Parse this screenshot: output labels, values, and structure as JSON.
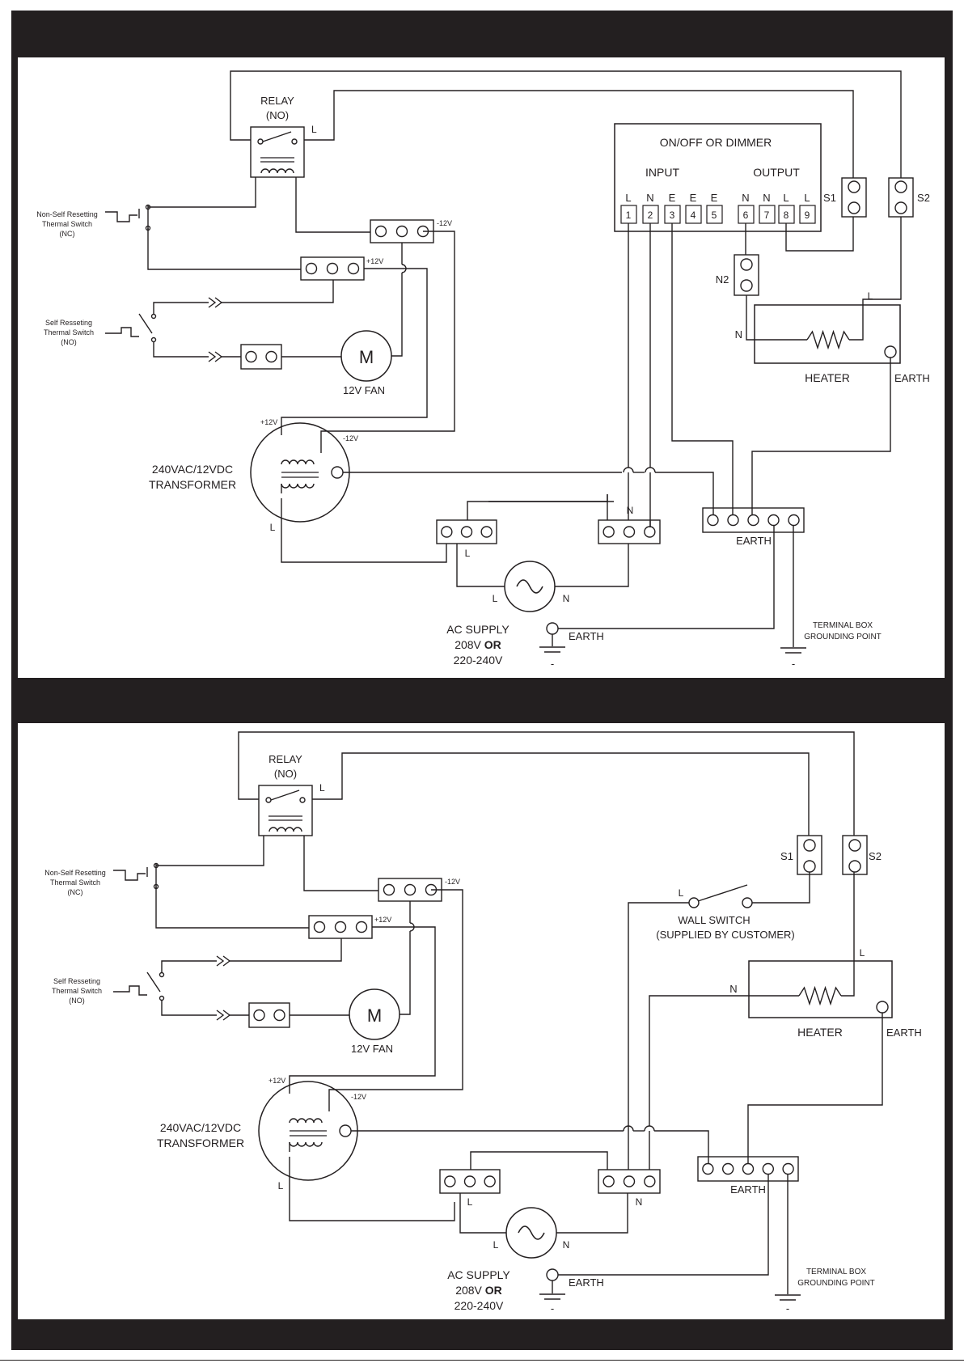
{
  "diagrams": [
    {
      "relay_title": "RELAY",
      "relay_type": "(NO)",
      "relay_l": "L",
      "nonself_line1": "Non-Self Resetting",
      "nonself_line2": "Thermal Switch",
      "nonself_line3": "(NC)",
      "self_line1": "Self Resseting",
      "self_line2": "Thermal Switch",
      "self_line3": "(NO)",
      "neg12": "-12V",
      "pos12": "+12V",
      "fan_letter": "M",
      "fan_label": "12V FAN",
      "tx_pos": "+12V",
      "tx_neg": "-12V",
      "tx_line1": "240VAC/12VDC",
      "tx_line2": "TRANSFORMER",
      "tx_l": "L",
      "supply_l": "L",
      "supply_n": "N",
      "src_l": "L",
      "src_n": "N",
      "ac_line1": "AC SUPPLY",
      "ac_line2a": "208V ",
      "ac_line2b": "OR",
      "ac_line3": "220-240V",
      "earth": "EARTH",
      "earth_bar": "EARTH",
      "ground_minus": "-",
      "tb_line1": "TERMINAL BOX",
      "tb_line2": "GROUNDING POINT",
      "tb_minus": "-",
      "s1": "S1",
      "s2": "S2",
      "heater": "HEATER",
      "heater_earth": "EARTH",
      "heater_l": "L",
      "heater_n": "N",
      "dimmer_title": "ON/OFF OR DIMMER",
      "dimmer_input": "INPUT",
      "dimmer_output": "OUTPUT",
      "terminal_letters": [
        "L",
        "N",
        "E",
        "E",
        "E",
        "N",
        "N",
        "L",
        "L"
      ],
      "terminal_numbers": [
        "1",
        "2",
        "3",
        "4",
        "5",
        "6",
        "7",
        "8",
        "9"
      ],
      "n2": "N2"
    },
    {
      "relay_title": "RELAY",
      "relay_type": "(NO)",
      "relay_l": "L",
      "nonself_line1": "Non-Self Resetting",
      "nonself_line2": "Thermal Switch",
      "nonself_line3": "(NC)",
      "self_line1": "Self Resseting",
      "self_line2": "Thermal Switch",
      "self_line3": "(NO)",
      "neg12": "-12V",
      "pos12": "+12V",
      "fan_letter": "M",
      "fan_label": "12V FAN",
      "tx_pos": "+12V",
      "tx_neg": "-12V",
      "tx_line1": "240VAC/12VDC",
      "tx_line2": "TRANSFORMER",
      "tx_l": "L",
      "supply_l": "L",
      "supply_n": "N",
      "src_l": "L",
      "src_n": "N",
      "ac_line1": "AC SUPPLY",
      "ac_line2a": "208V ",
      "ac_line2b": "OR",
      "ac_line3": "220-240V",
      "earth": "EARTH",
      "earth_bar": "EARTH",
      "ground_minus": "-",
      "tb_line1": "TERMINAL BOX",
      "tb_line2": "GROUNDING POINT",
      "tb_minus": "-",
      "s1": "S1",
      "s2": "S2",
      "heater": "HEATER",
      "heater_earth": "EARTH",
      "heater_l": "L",
      "heater_n": "N",
      "wall_l": "L",
      "wall_line1": "WALL SWITCH",
      "wall_line2": "(SUPPLIED BY CUSTOMER)"
    }
  ]
}
